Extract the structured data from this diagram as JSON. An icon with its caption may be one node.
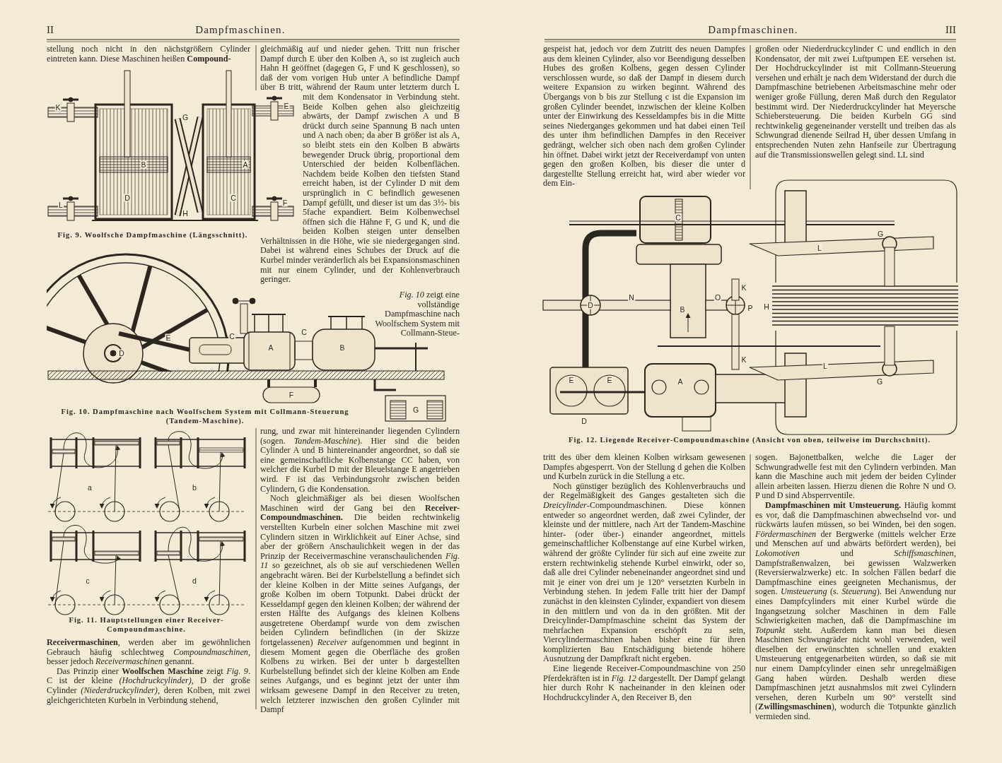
{
  "diagram": {
    "labels": [
      "II",
      "Dampfmaschinen.",
      "stellung noch nicht in den nächstgrößern Cylinder eintreten kann. Diese Maschinen heißen **Compound-**",
      "K",
      "E",
      "G",
      "B",
      "A",
      "D",
      "C",
      "L",
      "H",
      "F",
      "Fig. 9. Woolfsche Dampfmaschine (Längsschnitt).",
      "gleichmäßig auf und nieder gehen. Tritt nun frischer Dampf durch E über den Kolben A, so ist zugleich auch Hahn H geöffnet (dagegen G, F und K geschlossen), so daß der vom vorigen Hub unter A befindliche Dampf über B tritt, während der Raum unter letzterm durch L mit dem Kondensator in Verbindung steht. Beide Kolben gehen also gleichzeitig abwärts, der Dampf zwischen A und B drückt durch seine Spannung B nach unten und A nach oben; da aber B größer ist als A, so bleibt stets ein den Kolben B abwärts bewegender Druck übrig, proportional dem Unterschied der beiden Kolbenflächen. Nachdem beide Kolben den tiefsten Stand erreicht haben, ist der Cylinder D mit dem ursprünglich in C befindlich gewesenen Dampf gefüllt, und dieser ist um das 3½- bis 5fache expandiert. Beim Kolbenwechsel öffnen sich die Hähne F, G und K, und die beiden Kolben steigen unter denselben Verhältnissen in die Höhe, wie sie niedergegangen sind. Dabei ist während eines Schubes der Druck auf die Kurbel minder veränderlich als bei Expansionsmaschinen mit nur einem Cylinder, und der Kohlenverbrauch geringer.",
      "*Fig. 10* zeigt eine vollständige Dampfmaschine nach Woolfschem System mit Collmann-Steue-",
      "E",
      "C",
      "C",
      "A",
      "B",
      "D",
      "F",
      "G",
      "Fig. 10. Dampfmaschine nach Woolfschem System mit Collmann-Steuerung (Tandem-Maschine).",
      "a",
      "b",
      "c",
      "d",
      "rung, und zwar mit hintereinander liegenden Cylindern (sogen. *Tandem-Maschine*). Hier sind die beiden Cylinder A und B hintereinander angeordnet, so daß sie eine gemeinschaftliche Kolbenstange CC haben, von welcher die Kurbel D mit der Bleuelstange E angetrieben wird. F ist das Verbindungsrohr zwischen beiden Cylindern, G die Kondensation.",
      "Noch gleichmäßiger als bei diesen Woolfschen Maschinen wird der Gang bei den **Receiver-Compoundmaschinen.** Die beiden rechtwinkelig verstellten Kurbeln einer solchen Maschine mit zwei Cylindern sitzen in Wirklichkeit auf Einer Achse, sind aber der größern Anschaulichkeit wegen in der das Prinzip der Receivermaschine veranschaulichenden *Fig. 11* so gezeichnet, als ob sie auf verschiedenen Wellen angebracht wären. Bei der Kurbelstellung a befindet sich der kleine Kolben in der Mitte seines Aufgangs, der große Kolben im obern Totpunkt. Dabei drückt der Kesseldampf gegen den kleinen Kolben; der während der ersten Hälfte des Aufgangs des kleinen Kolbens ausgetretene Oberdampf wurde von dem zwischen beiden Cylindern befindlichen (in der Skizze fortgelassenen) *Receiver* aufgenommen und beginnt in diesem Moment gegen die Oberfläche des großen Kolbens zu wirken. Bei der unter b dargestellten Kurbelstellung befindet sich der kleine Kolben am Ende seines Aufgangs, und es beginnt jetzt der unter ihm wirksam gewesene Dampf in den Receiver zu treten, welch letzterer inzwischen den großen Cylinder mit Dampf",
      "Fig. 11. Hauptstellungen einer Receiver-Compoundmaschine.",
      "**Receivermaschinen**, werden aber im gewöhnlichen Gebrauch häufig schlechtweg *Compoundmaschinen*, besser jedoch *Receivermaschinen* genannt.",
      "Das Prinzip einer **Woolfschen Maschine** zeigt *Fig. 9*. C ist der kleine *(Hochdruckcylinder)*, D der große Cylinder *(Niederdruckcylinder)*, deren Kolben, mit zwei gleichgerichteten Kurbeln in Verbindung stehend,",
      "Dampfmaschinen.",
      "III",
      "gespeist hat, jedoch vor dem Zutritt des neuen Dampfes aus dem kleinen Cylinder, also vor Beendigung desselben Hubes des großen Kolbens, gegen dessen Cylinder verschlossen wurde, so daß der Dampf in diesem durch weitere Expansion zu wirken beginnt. Während des Übergangs von b bis zur Stellung c ist die Expansion im großen Cylinder beendet, inzwischen der kleine Kolben unter der Einwirkung des Kesseldampfes bis in die Mitte seines Niederganges gekommen und hat dabei einen Teil des unter ihm befindlichen Dampfes in den Receiver gedrängt, welcher sich oben nach dem großen Cylinder hin öffnet. Dabei wirkt jetzt der Receiverdampf von unten gegen den großen Kolben, bis dieser die unter d dargestellte Stellung erreicht hat, wird aber wieder vor dem Ein-",
      "großen oder Niederdruckcylinder C und endlich in den Kondensator, der mit zwei Luftpumpen EE versehen ist. Der Hochdruckcylinder ist mit Collmann-Steuerung versehen und erhält je nach dem Widerstand der durch die Dampfmaschine betriebenen Arbeitsmaschine mehr oder weniger große Füllung, deren Maß durch den Regulator bestimmt wird. Der Niederdruckcylinder hat Meyersche Schiebersteuerung. Die beiden Kurbeln GG sind rechtwinkelig gegeneinander verstellt und treiben das als Schwungrad dienende Seilrad H, über dessen Umfang in entsprechenden Nuten zehn Hanfseile zur Übertragung auf die Transmissionswellen gelegt sind. LL sind",
      "C",
      "G",
      "L",
      "K",
      "N",
      "O",
      "D",
      "B",
      "P",
      "H",
      "K",
      "L",
      "E",
      "E",
      "A",
      "G",
      "D",
      "Fig. 12. Liegende Receiver-Compoundmaschine (Ansicht von oben, teilweise im Durchschnitt).",
      "tritt des über dem kleinen Kolben wirksam gewesenen Dampfes abgesperrt. Von der Stellung d gehen die Kolben und Kurbeln zurück in die Stellung a etc.",
      "Noch günstiger bezüglich des Kohlenverbrauchs und der Regelmäßigkeit des Ganges gestalteten sich die *Dreicylinder*-Compoundmaschinen. Diese können entweder so angeordnet werden, daß zwei Cylinder, der kleinste und der mittlere, nach Art der Tandem-Maschine hinter- (oder über-) einander angeordnet, mittels gemeinschaftlicher Kolbenstange auf eine Kurbel wirken, während der größte Cylinder für sich auf eine zweite zur erstern rechtwinkelig stehende Kurbel einwirkt, oder so, daß alle drei Cylinder nebeneinander angeordnet sind und mit je einer von drei um je 120° versetzten Kurbeln in Verbindung stehen. In jedem Falle tritt hier der Dampf zunächst in den kleinsten Cylinder, expandiert von diesem in den mittlern und von da in den größten. Mit der Dreicylinder-Dampfmaschine scheint das System der mehrfachen Expansion erschöpft zu sein, Viercylindermaschinen haben bisher eine für ihren komplizierten Bau Entschädigung bietende höhere Ausnutzung der Dampfkraft nicht ergeben.",
      "Eine liegende Receiver-Compoundmaschine von 250 Pferdekräften ist in *Fig. 12* dargestellt. Der Dampf gelangt hier durch Rohr K nacheinander in den kleinen oder Hochdruckcylinder A, den Receiver B, den",
      "sogen. Bajonettbalken, welche die Lager der Schwungradwelle fest mit den Cylindern verbinden. Man kann die Maschine auch mit jedem der beiden Cylinder allein arbeiten lassen. Hierzu dienen die Rohre N und O. P und D sind Absperrventile.",
      "**Dampfmaschinen mit Umsteuerung.** Häufig kommt es vor, daß die Dampfmaschinen abwechselnd vor- und rückwärts laufen müssen, so bei Winden, bei den sogen. *Fördermaschinen* der Bergwerke (mittels welcher Erze und Menschen auf und abwärts befördert werden), bei *Lokomotiven* und *Schiffsmaschinen*, Dampfstraßenwalzen, bei gewissen Walzwerken (Reversierwalzwerke) etc. In solchen Fällen bedarf die Dampfmaschine eines geeigneten Mechanismus, der sogen. *Umsteuerung* (s. *Steuerung*). Bei Anwendung nur eines Dampfcylinders mit einer Kurbel würde die Ingangsetzung solcher Maschinen in dem Falle Schwierigkeiten machen, daß die Dampfmaschine im *Totpunkt* steht. Außerdem kann man bei diesen Maschinen Schwungräder nicht wohl verwenden, weil dieselben der erwünschten schnellen und exakten Umsteuerung entgegenarbeiten würden, so daß sie mit nur einem Dampfcylinder einen sehr unregelmäßigen Gang haben würden. Deshalb werden diese Dampfmaschinen jetzt ausnahmslos mit zwei Cylindern versehen, deren Kurbeln um 90° verstellt sind (**Zwillingsmaschinen**), wodurch die Totpunkte gänzlich vermieden sind."
    ]
  }
}
